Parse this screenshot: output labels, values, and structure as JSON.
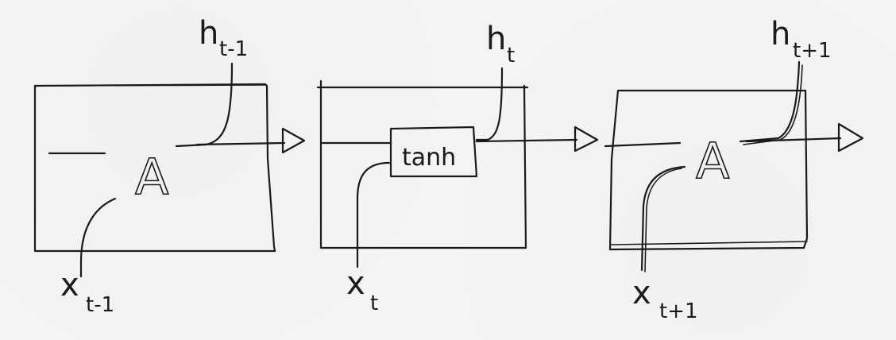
{
  "diagram": {
    "cells": [
      {
        "letter": "A",
        "input_main": "x",
        "input_sub": "t-1",
        "output_main": "h",
        "output_sub": "t-1"
      },
      {
        "gate": "tanh",
        "input_main": "x",
        "input_sub": "t",
        "output_main": "h",
        "output_sub": "t"
      },
      {
        "letter": "A",
        "input_main": "x",
        "input_sub": "t+1",
        "output_main": "h",
        "output_sub": "t+1"
      }
    ]
  }
}
